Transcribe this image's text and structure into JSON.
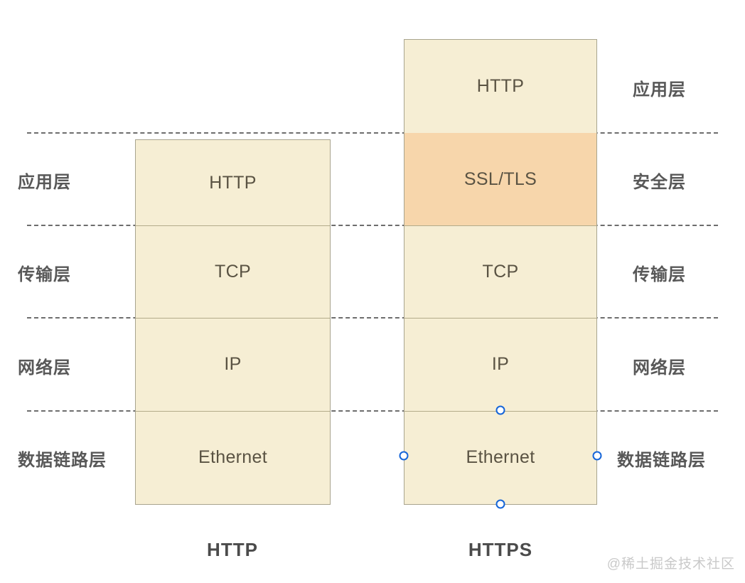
{
  "diagram": {
    "title_left": "HTTP",
    "title_right": "HTTPS",
    "watermark": "@稀土掘金技术社区",
    "colors": {
      "box_fill": "#f6eed4",
      "box_border": "#a8a48e",
      "secure_fill": "#f7d6ab",
      "divider": "#6d6d6d",
      "inner_text": "#5a5343",
      "label_text": "#585858",
      "handle_ring": "#1565d8",
      "watermark_text": "#c9c9c9"
    },
    "left_labels": [
      {
        "text": "应用层"
      },
      {
        "text": "传输层"
      },
      {
        "text": "网络层"
      },
      {
        "text": "数据链路层"
      }
    ],
    "right_labels": [
      {
        "text": "应用层"
      },
      {
        "text": "安全层"
      },
      {
        "text": "传输层"
      },
      {
        "text": "网络层"
      },
      {
        "text": "数据链路层"
      }
    ],
    "http_stack": {
      "name": "HTTP",
      "layers": [
        {
          "text": "HTTP",
          "secure": false
        },
        {
          "text": "TCP",
          "secure": false
        },
        {
          "text": "IP",
          "secure": false
        },
        {
          "text": "Ethernet",
          "secure": false
        }
      ]
    },
    "https_stack": {
      "name": "HTTPS",
      "selected": true,
      "layers": [
        {
          "text": "HTTP",
          "secure": false
        },
        {
          "text": "SSL/TLS",
          "secure": true
        },
        {
          "text": "TCP",
          "secure": false
        },
        {
          "text": "IP",
          "secure": false
        },
        {
          "text": "Ethernet",
          "secure": false
        }
      ]
    }
  }
}
